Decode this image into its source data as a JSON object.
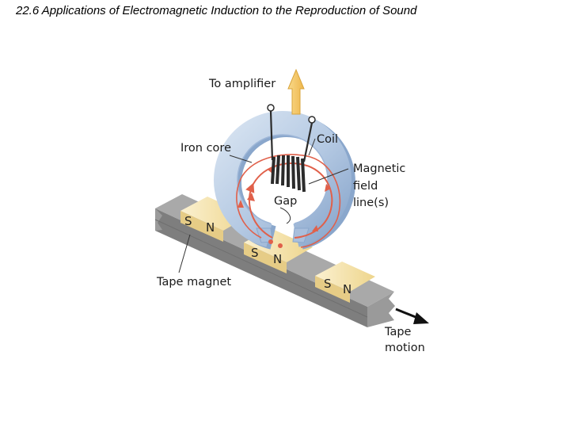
{
  "slide": {
    "title": "22.6 Applications of Electromagnetic Induction to the Reproduction of Sound"
  },
  "diagram": {
    "labels": {
      "to_amplifier": "To amplifier",
      "coil": "Coil",
      "iron_core": "Iron core",
      "magnetic_field_line1": "Magnetic",
      "magnetic_field_line2": "field",
      "magnetic_field_line3": "line(s)",
      "gap": "Gap",
      "tape_magnet": "Tape magnet",
      "tape_motion_line1": "Tape",
      "tape_motion_line2": "motion"
    },
    "magnets": [
      {
        "south": "S",
        "north": "N"
      },
      {
        "south": "S",
        "north": "N"
      },
      {
        "south": "S",
        "north": "N"
      }
    ],
    "colors": {
      "iron_core": "#b8cde6",
      "iron_core_shadow": "#8aa7cc",
      "field_lines": "#e0604a",
      "tape_gray": "#8e8e8e",
      "tape_top_gray": "#a8a8a8",
      "magnet_yellow": "#f3dfa6",
      "amplifier_arrow": "#f6c866",
      "coil_wire": "#2b2b2b"
    },
    "icons": {
      "amplifier_arrow": "up-arrow-icon",
      "tape_motion_arrow": "right-arrow-icon"
    }
  }
}
